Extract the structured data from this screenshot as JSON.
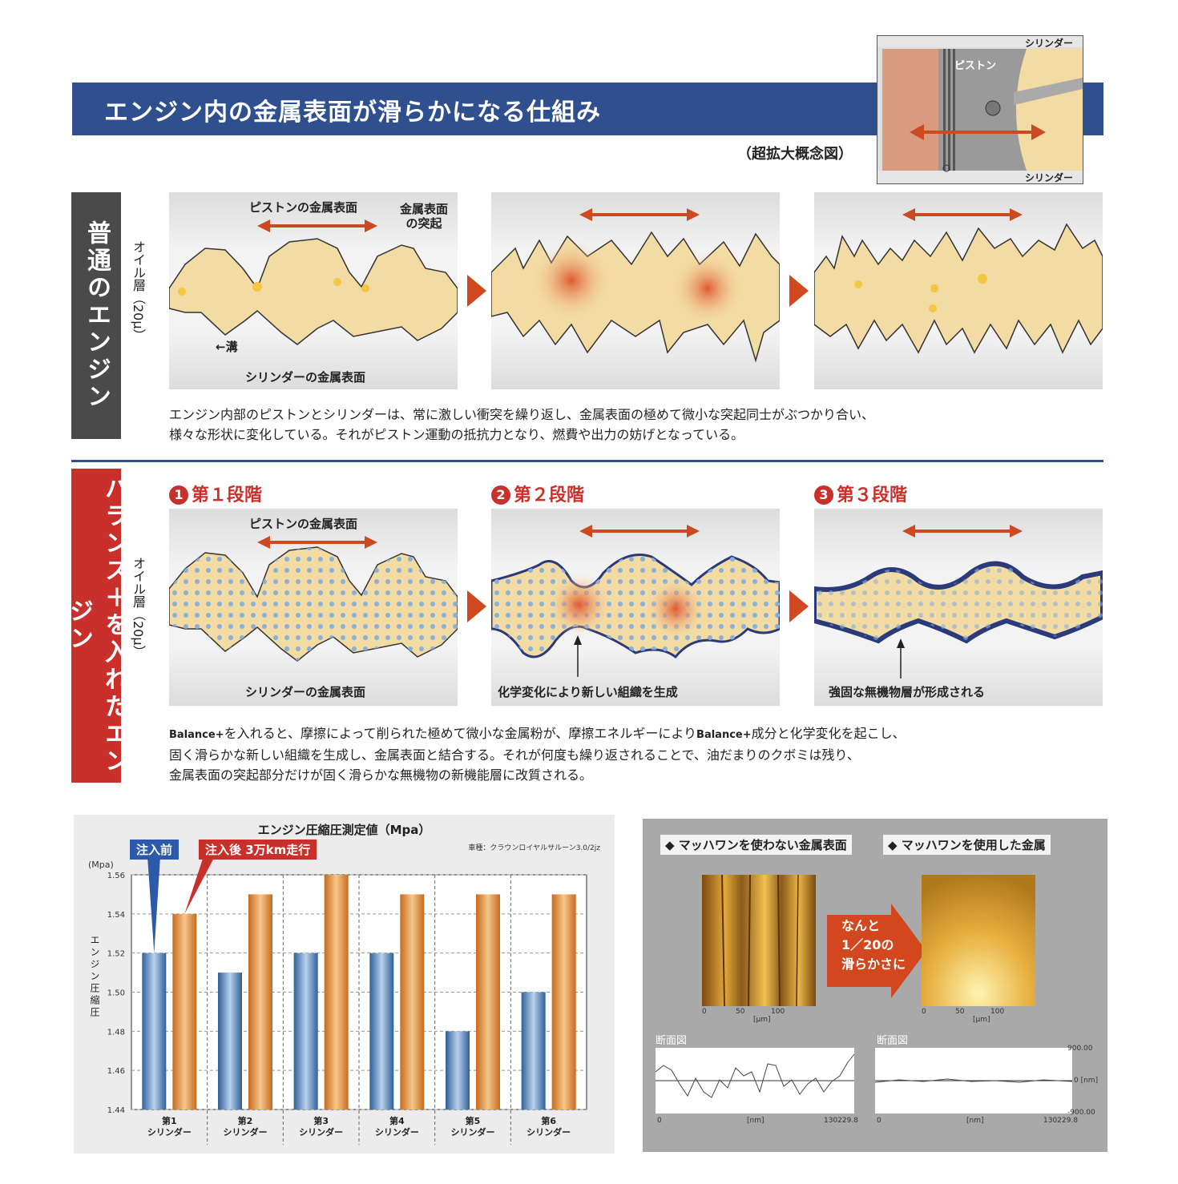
{
  "title": "エンジン内の金属表面が滑らかになる仕組み",
  "inset": {
    "cylinder_top": "シリンダー",
    "piston": "ピストン",
    "cylinder_bottom": "シリンダー",
    "caption": "（超拡大概念図）"
  },
  "normal_section": {
    "tab_label": "普通のエンジン",
    "oil_layer": "オイル層（20μ）",
    "piston_surface": "ピストンの金属表面",
    "protrusion_line1": "金属表面",
    "protrusion_line2": "の突起",
    "groove": "←溝",
    "cylinder_surface": "シリンダーの金属表面",
    "description_line1": "エンジン内部のピストンとシリンダーは、常に激しい衝突を繰り返し、金属表面の極めて微小な突起同士がぶつかり合い、",
    "description_line2": "様々な形状に変化している。それがピストン運動の抵抗力となり、燃費や出力の妨げとなっている。"
  },
  "balance_section": {
    "tab_label": "バランス＋を入れたエンジン",
    "oil_layer": "オイル層（20μ）",
    "stages": [
      {
        "num": "1",
        "label": "第１段階"
      },
      {
        "num": "2",
        "label": "第２段階"
      },
      {
        "num": "3",
        "label": "第３段階"
      }
    ],
    "piston_surface": "ピストンの金属表面",
    "cylinder_surface": "シリンダーの金属表面",
    "stage2_note": "化学変化により新しい組織を生成",
    "stage3_note": "強固な無機物層が形成される",
    "brand": "Balance+",
    "description_line1a": "を入れると、摩擦によって削られた極めて微小な金属粉が、摩擦エネルギーにより",
    "description_line1b": "成分と化学変化を起こし、",
    "description_line2": "固く滑らかな新しい組織を生成し、金属表面と結合する。それが何度も繰り返されることで、油だまりのクボミは残り、",
    "description_line3": "金属表面の突起部分だけが固く滑らかな無機物の新機能層に改質される。"
  },
  "chart_data": {
    "type": "bar",
    "title": "エンジン圧縮圧測定値（Mpa）",
    "note": "車種：クラウンロイヤルサルーン3.0/2jz",
    "ylabel": "エンジン圧縮圧",
    "yunit": "(Mpa)",
    "ylim": [
      1.44,
      1.56
    ],
    "yticks": [
      "1.56",
      "1.54",
      "1.52",
      "1.50",
      "1.48",
      "1.46",
      "1.44"
    ],
    "categories": [
      "第1シリンダー",
      "第2シリンダー",
      "第3シリンダー",
      "第4シリンダー",
      "第5シリンダー",
      "第6シリンダー"
    ],
    "category_top": [
      "第1",
      "第2",
      "第3",
      "第4",
      "第5",
      "第6"
    ],
    "category_bottom": [
      "シリンダー",
      "シリンダー",
      "シリンダー",
      "シリンダー",
      "シリンダー",
      "シリンダー"
    ],
    "series": [
      {
        "name": "注入前",
        "values": [
          1.52,
          1.51,
          1.52,
          1.52,
          1.48,
          1.5
        ],
        "color": "#4f7db5"
      },
      {
        "name": "注入後 3万km走行",
        "values": [
          1.54,
          1.55,
          1.56,
          1.55,
          1.55,
          1.55
        ],
        "color": "#e0893a"
      }
    ],
    "grid": true
  },
  "comparison": {
    "left_header": "マッハワンを使わない金属表面",
    "right_header": "マッハワンを使用した金属",
    "arrow_text_1": "なんと",
    "arrow_text_2": "1／20の",
    "arrow_text_3": "滑らかさに",
    "section_label": "断面図",
    "axis_um": "[μm]",
    "axis_nm": "[nm]",
    "tick_0": "0",
    "tick_50": "50",
    "tick_100": "100",
    "x_end": "130229.8",
    "y_top": "900.00",
    "y_mid": "0 [nm]",
    "y_bottom": "-900.00"
  }
}
